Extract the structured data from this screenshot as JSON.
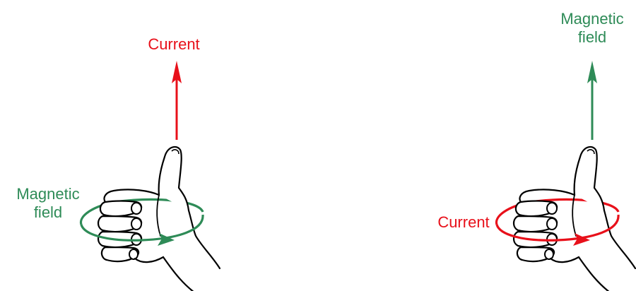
{
  "colors": {
    "current": "#e8101a",
    "magnetic": "#2e8b57",
    "outline": "#000000"
  },
  "left_panel": {
    "arrow_label": "Current",
    "loop_label_line1": "Magnetic",
    "loop_label_line2": "field"
  },
  "right_panel": {
    "arrow_label_line1": "Magnetic",
    "arrow_label_line2": "field",
    "loop_label": "Current"
  },
  "icons": [
    "right-hand-icon",
    "up-arrow-icon",
    "circulation-arrow-icon"
  ]
}
